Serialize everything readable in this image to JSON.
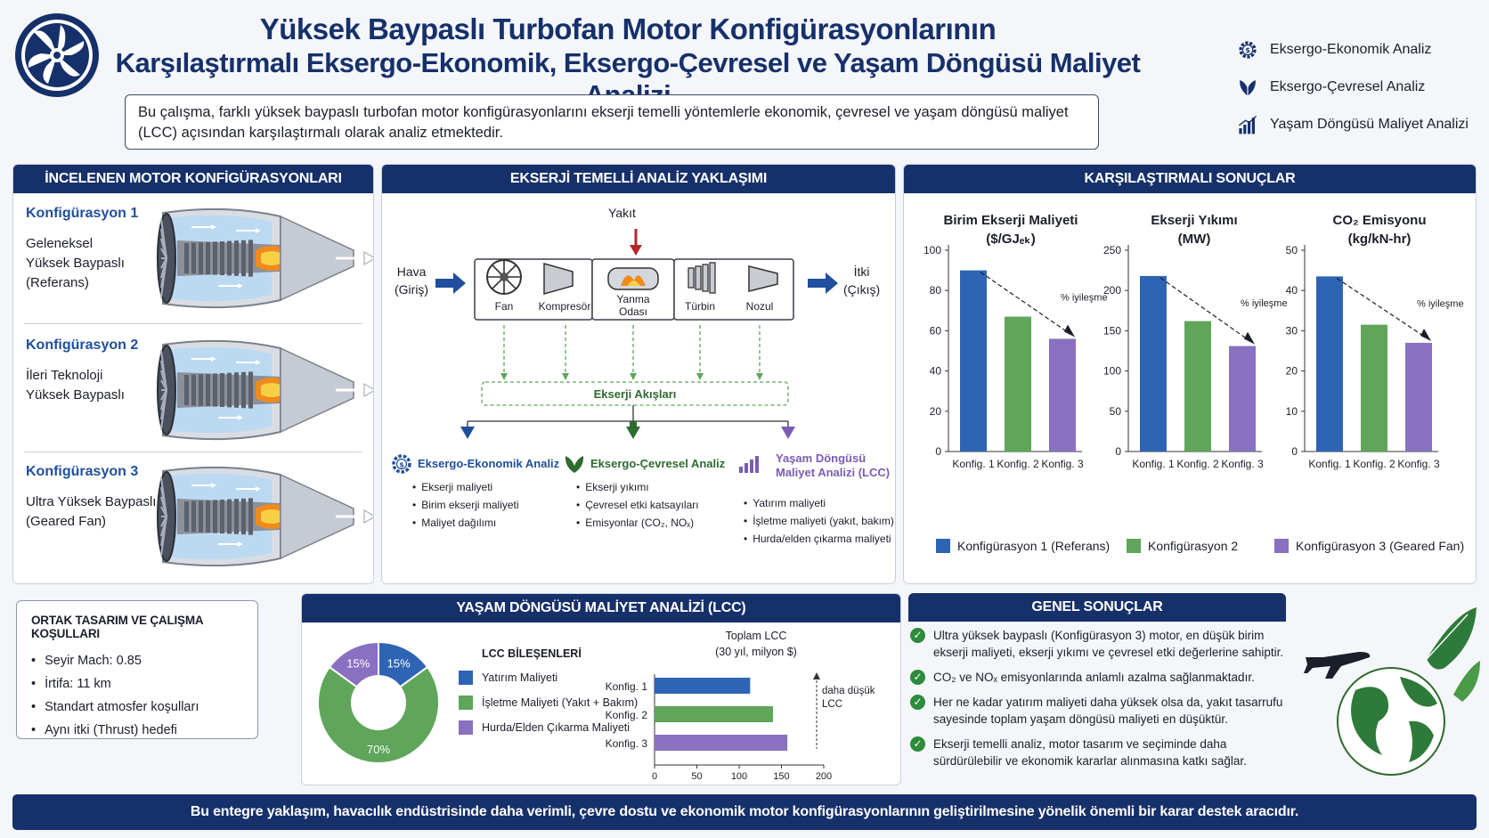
{
  "header": {
    "title_line1": "Yüksek Baypaslı Turbofan Motor Konfigürasyonlarının",
    "title_line2": "Karşılaştırmalı Eksergo-Ekonomik, Eksergo-Çevresel ve Yaşam Döngüsü Maliyet Analizi",
    "intro": "Bu çalışma, farklı yüksek baypaslı turbofan motor konfigürasyonlarını ekserji temelli yöntemlerle ekonomik, çevresel ve yaşam döngüsü maliyet (LCC) açısından karşılaştırmalı olarak analiz etmektedir.",
    "legend": [
      {
        "label": "Eksergo-Ekonomik Analiz",
        "icon": "gear-money-icon"
      },
      {
        "label": "Eksergo-Çevresel Analiz",
        "icon": "leaf-icon"
      },
      {
        "label": "Yaşam Döngüsü Maliyet Analizi",
        "icon": "bar-chart-icon"
      }
    ]
  },
  "configs": {
    "heading": "İNCELENEN MOTOR KONFİGÜRASYONLARI",
    "items": [
      {
        "name": "Konfigürasyon 1",
        "desc": "Geleneksel\nYüksek Baypaslı\n(Referans)"
      },
      {
        "name": "Konfigürasyon 2",
        "desc": "İleri Teknoloji\nYüksek Baypaslı"
      },
      {
        "name": "Konfigürasyon 3",
        "desc": "Ultra Yüksek Baypaslı\n(Geared Fan)"
      }
    ]
  },
  "approach": {
    "heading": "EKSERJİ TEMELLİ ANALİZ YAKLAŞIMI",
    "fuel": "Yakıt",
    "air_in": "Hava\n(Giriş)",
    "thrust_out": "İtki\n(Çıkış)",
    "components": [
      "Fan",
      "Kompresör",
      "Yanma\nOdası",
      "Türbin",
      "Nozul"
    ],
    "flows": "Ekserji Akışları",
    "analyses": [
      {
        "title": "Eksergo-Ekonomik Analiz",
        "color": "#1f4f9e",
        "items": [
          "Ekserji maliyeti",
          "Birim ekserji maliyeti",
          "Maliyet dağılımı"
        ]
      },
      {
        "title": "Eksergo-Çevresel Analiz",
        "color": "#2e6b2e",
        "items": [
          "Ekserji yıkımı",
          "Çevresel etki katsayıları",
          "Emisyonlar (CO₂, NOₓ)"
        ]
      },
      {
        "title": "Yaşam Döngüsü\nMaliyet Analizi (LCC)",
        "color": "#7b5cb3",
        "items": [
          "Yatırım maliyeti",
          "İşletme maliyeti (yakıt, bakım)",
          "Hurda/elden çıkarma maliyeti"
        ]
      }
    ]
  },
  "results": {
    "heading": "KARŞILAŞTIRMALI SONUÇLAR",
    "improvement_label": "% iyileşme",
    "legend": [
      "Konfigürasyon 1 (Referans)",
      "Konfigürasyon 2",
      "Konfigürasyon 3 (Geared Fan)"
    ],
    "colors": [
      "#2f64b4",
      "#5fa55a",
      "#8a70c0"
    ]
  },
  "chart_data": [
    {
      "type": "bar",
      "title": "Birim Ekserji Maliyeti\n($/GJₑₖ)",
      "categories": [
        "Konfig. 1",
        "Konfig. 2",
        "Konfig. 3"
      ],
      "values": [
        90,
        67,
        56
      ],
      "ylim": [
        0,
        100
      ],
      "yticks": [
        0,
        20,
        40,
        60,
        80,
        100
      ]
    },
    {
      "type": "bar",
      "title": "Ekserji Yıkımı\n(MW)",
      "categories": [
        "Konfig. 1",
        "Konfig. 2",
        "Konfig. 3"
      ],
      "values": [
        218,
        162,
        131
      ],
      "ylim": [
        0,
        250
      ],
      "yticks": [
        0,
        50,
        100,
        150,
        200,
        250
      ]
    },
    {
      "type": "bar",
      "title": "CO₂ Emisyonu\n(kg/kN-hr)",
      "categories": [
        "Konfig. 1",
        "Konfig. 2",
        "Konfig. 3"
      ],
      "values": [
        43.5,
        31.5,
        27
      ],
      "ylim": [
        0,
        50
      ],
      "yticks": [
        0,
        10,
        20,
        30,
        40,
        50
      ]
    },
    {
      "type": "pie",
      "labels": [
        "Yatırım Maliyeti",
        "İşletme Maliyeti (Yakıt + Bakım)",
        "Hurda/Elden Çıkarma Maliyeti"
      ],
      "values": [
        15,
        70,
        15
      ],
      "value_labels": [
        "15%",
        "70%",
        "15%"
      ],
      "colors": [
        "#2f64b4",
        "#5fa55a",
        "#8a70c0"
      ]
    },
    {
      "type": "bar",
      "orientation": "horizontal",
      "title": "Toplam LCC\n(30 yıl, milyon $)",
      "categories": [
        "Konfig. 1",
        "Konfig. 2",
        "Konfig. 3"
      ],
      "values": [
        113,
        140,
        157
      ],
      "xlim": [
        0,
        200
      ],
      "xticks": [
        0,
        50,
        100,
        150,
        200
      ],
      "annotation": "daha düşük\nLCC"
    }
  ],
  "lcc": {
    "heading": "YAŞAM DÖNGÜSÜ MALİYET ANALİZİ (LCC)",
    "components_title": "LCC BİLEŞENLERİ"
  },
  "conditions": {
    "title": "ORTAK TASARIM VE ÇALIŞMA KOŞULLARI",
    "items": [
      "Seyir Mach: 0.85",
      "İrtifa: 11 km",
      "Standart atmosfer koşulları",
      "Aynı itki (Thrust) hedefi"
    ]
  },
  "general": {
    "heading": "GENEL SONUÇLAR",
    "items": [
      "Ultra yüksek baypaslı (Konfigürasyon 3) motor, en düşük birim ekserji maliyeti, ekserji yıkımı ve çevresel etki değerlerine sahiptir.",
      "CO₂ ve NOₓ emisyonlarında anlamlı azalma sağlanmaktadır.",
      "Her ne kadar yatırım maliyeti daha yüksek olsa da, yakıt tasarrufu sayesinde toplam yaşam döngüsü maliyeti en düşüktür.",
      "Ekserji temelli analiz, motor tasarım ve seçiminde daha sürdürülebilir ve ekonomik kararlar alınmasına katkı sağlar."
    ]
  },
  "footer": "Bu entegre yaklaşım, havacılık endüstrisinde daha verimli, çevre dostu ve ekonomik motor konfigürasyonlarının geliştirilmesine yönelik önemli bir karar destek aracıdır."
}
